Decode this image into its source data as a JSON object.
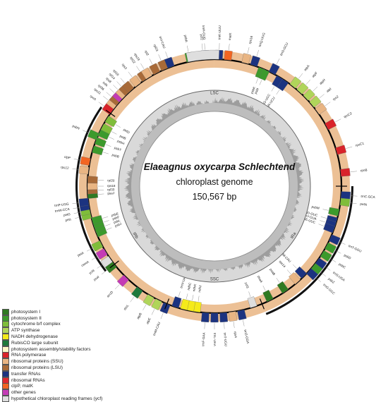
{
  "center": {
    "species": "Elaeagnus oxycarpa Schlechtend",
    "subtitle": "chloroplast genome",
    "length": "150,567 bp"
  },
  "regions": [
    "LSC",
    "IRb",
    "SSC",
    "IRa"
  ],
  "legend": [
    {
      "label": "photosystem I",
      "color": "#2f7a22"
    },
    {
      "label": "photosystem II",
      "color": "#3c9a2c"
    },
    {
      "label": "cytochrome b/f complex",
      "color": "#7fbd3a"
    },
    {
      "label": "ATP synthase",
      "color": "#b0d55a"
    },
    {
      "label": "NADH dehydrogenase",
      "color": "#f5ea1a"
    },
    {
      "label": "RubisCO large subunit",
      "color": "#1f7a3c"
    },
    {
      "label": "photosystem assembly/stability factors",
      "color": "#fff8c8"
    },
    {
      "label": "RNA polymerase",
      "color": "#d9232a"
    },
    {
      "label": "ribosomal proteins (SSU)",
      "color": "#e9b583"
    },
    {
      "label": "ribosomal proteins (LSU)",
      "color": "#a86a38"
    },
    {
      "label": "transfer RNAs",
      "color": "#1c3380"
    },
    {
      "label": "ribosomal RNAs",
      "color": "#e0292f"
    },
    {
      "label": "clpP, matK",
      "color": "#f26522"
    },
    {
      "label": "other genes",
      "color": "#c43bb5"
    },
    {
      "label": "hypothetical chloroplast reading frames (ycf)",
      "color": "#dedede"
    }
  ],
  "genes": [
    {
      "name": "psbA",
      "angle": 349,
      "color": "#3c9a2c",
      "out": true
    },
    {
      "name": "trnH-GUG",
      "angle": 356,
      "color": "#1c3380",
      "out": true
    },
    {
      "name": "trnK-UUU",
      "angle": 2,
      "color": "#1c3380",
      "out": true
    },
    {
      "name": "matK",
      "angle": 6,
      "color": "#f26522",
      "out": true
    },
    {
      "name": "rps16",
      "angle": 14,
      "color": "#e9b583",
      "out": true
    },
    {
      "name": "trnQ-UUG",
      "angle": 18,
      "color": "#1c3380",
      "out": true
    },
    {
      "name": "psbK",
      "angle": 22,
      "color": "#3c9a2c",
      "out": false
    },
    {
      "name": "psbI",
      "angle": 24,
      "color": "#3c9a2c",
      "out": false
    },
    {
      "name": "trnS-GCU",
      "angle": 27,
      "color": "#1c3380",
      "out": true
    },
    {
      "name": "trnG-UCC",
      "angle": 31,
      "color": "#1c3380",
      "out": false
    },
    {
      "name": "trnR-UCU",
      "angle": 34,
      "color": "#1c3380",
      "out": false
    },
    {
      "name": "atpA",
      "angle": 38,
      "color": "#b0d55a",
      "out": true
    },
    {
      "name": "atpF",
      "angle": 42,
      "color": "#b0d55a",
      "out": true
    },
    {
      "name": "atpH",
      "angle": 46,
      "color": "#b0d55a",
      "out": true
    },
    {
      "name": "atpI",
      "angle": 50,
      "color": "#b0d55a",
      "out": true
    },
    {
      "name": "rps2",
      "angle": 54,
      "color": "#e9b583",
      "out": true
    },
    {
      "name": "rpoC2",
      "angle": 62,
      "color": "#d9232a",
      "out": true
    },
    {
      "name": "rpoC1",
      "angle": 74,
      "color": "#d9232a",
      "out": true
    },
    {
      "name": "rpoB",
      "angle": 84,
      "color": "#d9232a",
      "out": true
    },
    {
      "name": "trnC-GCA",
      "angle": 94,
      "color": "#1c3380",
      "out": true
    },
    {
      "name": "petN",
      "angle": 97,
      "color": "#7fbd3a",
      "out": true
    },
    {
      "name": "psbM",
      "angle": 102,
      "color": "#3c9a2c",
      "out": false
    },
    {
      "name": "trnD-GUC",
      "angle": 106,
      "color": "#1c3380",
      "out": false
    },
    {
      "name": "trnY-GUA",
      "angle": 108,
      "color": "#1c3380",
      "out": false
    },
    {
      "name": "trnE-UUC",
      "angle": 110,
      "color": "#1c3380",
      "out": false
    },
    {
      "name": "trnT-GGU",
      "angle": 114,
      "color": "#1c3380",
      "out": true
    },
    {
      "name": "psbD",
      "angle": 118,
      "color": "#3c9a2c",
      "out": true
    },
    {
      "name": "psbC",
      "angle": 122,
      "color": "#3c9a2c",
      "out": true
    },
    {
      "name": "trnS-UGA",
      "angle": 126,
      "color": "#1c3380",
      "out": true
    },
    {
      "name": "psbZ",
      "angle": 129,
      "color": "#3c9a2c",
      "out": true
    },
    {
      "name": "trnG-GCC",
      "angle": 132,
      "color": "#1c3380",
      "out": true
    },
    {
      "name": "trnfM-CAU",
      "angle": 135,
      "color": "#1c3380",
      "out": false
    },
    {
      "name": "rps14",
      "angle": 139,
      "color": "#e9b583",
      "out": false
    },
    {
      "name": "psaB",
      "angle": 146,
      "color": "#2f7a22",
      "out": false
    },
    {
      "name": "psaA",
      "angle": 154,
      "color": "#2f7a22",
      "out": false
    },
    {
      "name": "ycf3",
      "angle": 162,
      "color": "#dedede",
      "out": false
    },
    {
      "name": "trnS-GGA",
      "angle": 168,
      "color": "#1c3380",
      "out": true
    },
    {
      "name": "rps4",
      "angle": 172,
      "color": "#e9b583",
      "out": true
    },
    {
      "name": "trnT-UGU",
      "angle": 176,
      "color": "#1c3380",
      "out": true
    },
    {
      "name": "trnL-UAA",
      "angle": 180,
      "color": "#1c3380",
      "out": true
    },
    {
      "name": "trnF-GAA",
      "angle": 184,
      "color": "#1c3380",
      "out": true
    },
    {
      "name": "ndhJ",
      "angle": 188,
      "color": "#f5ea1a",
      "out": false
    },
    {
      "name": "ndhK",
      "angle": 191,
      "color": "#f5ea1a",
      "out": false
    },
    {
      "name": "ndhC",
      "angle": 194,
      "color": "#f5ea1a",
      "out": false
    },
    {
      "name": "trnV-UAC",
      "angle": 198,
      "color": "#1c3380",
      "out": false
    },
    {
      "name": "trnM-CAU",
      "angle": 202,
      "color": "#1c3380",
      "out": true
    },
    {
      "name": "atpE",
      "angle": 206,
      "color": "#b0d55a",
      "out": true
    },
    {
      "name": "atpB",
      "angle": 210,
      "color": "#b0d55a",
      "out": true
    },
    {
      "name": "rbcL",
      "angle": 216,
      "color": "#1f7a3c",
      "out": true
    },
    {
      "name": "accD",
      "angle": 224,
      "color": "#c43bb5",
      "out": true
    },
    {
      "name": "psaI",
      "angle": 232,
      "color": "#2f7a22",
      "out": true
    },
    {
      "name": "ycf4",
      "angle": 235,
      "color": "#dedede",
      "out": true
    },
    {
      "name": "cemA",
      "angle": 239,
      "color": "#c43bb5",
      "out": true
    },
    {
      "name": "petA",
      "angle": 243,
      "color": "#7fbd3a",
      "out": true
    },
    {
      "name": "psbJ",
      "angle": 248,
      "color": "#3c9a2c",
      "out": false
    },
    {
      "name": "psbL",
      "angle": 250,
      "color": "#3c9a2c",
      "out": false
    },
    {
      "name": "psbF",
      "angle": 252,
      "color": "#3c9a2c",
      "out": false
    },
    {
      "name": "psbE",
      "angle": 254,
      "color": "#3c9a2c",
      "out": false
    },
    {
      "name": "petL",
      "angle": 257,
      "color": "#7fbd3a",
      "out": true
    },
    {
      "name": "petG",
      "angle": 259,
      "color": "#7fbd3a",
      "out": true
    },
    {
      "name": "trnW-CCA",
      "angle": 261,
      "color": "#1c3380",
      "out": true
    },
    {
      "name": "trnP-UGG",
      "angle": 263,
      "color": "#1c3380",
      "out": true
    },
    {
      "name": "psaJ",
      "angle": 266,
      "color": "#2f7a22",
      "out": false
    },
    {
      "name": "rpl33",
      "angle": 268,
      "color": "#a86a38",
      "out": false
    },
    {
      "name": "rps18",
      "angle": 270,
      "color": "#e9b583",
      "out": false
    },
    {
      "name": "rpl20",
      "angle": 273,
      "color": "#a86a38",
      "out": false
    },
    {
      "name": "rps12",
      "angle": 277,
      "color": "#e9b583",
      "out": true
    },
    {
      "name": "clpP",
      "angle": 281,
      "color": "#f26522",
      "out": true
    },
    {
      "name": "psbB",
      "angle": 287,
      "color": "#3c9a2c",
      "out": false
    },
    {
      "name": "psbT",
      "angle": 291,
      "color": "#3c9a2c",
      "out": false
    },
    {
      "name": "psbN",
      "angle": 293,
      "color": "#3c9a2c",
      "out": true
    },
    {
      "name": "psbH",
      "angle": 295,
      "color": "#3c9a2c",
      "out": false
    },
    {
      "name": "petB",
      "angle": 298,
      "color": "#7fbd3a",
      "out": false
    },
    {
      "name": "petD",
      "angle": 302,
      "color": "#7fbd3a",
      "out": false
    },
    {
      "name": "rpoA",
      "angle": 306,
      "color": "#d9232a",
      "out": true
    },
    {
      "name": "rps11",
      "angle": 309,
      "color": "#e9b583",
      "out": true
    },
    {
      "name": "rpl36",
      "angle": 311,
      "color": "#a86a38",
      "out": true
    },
    {
      "name": "infA",
      "angle": 313,
      "color": "#c43bb5",
      "out": true
    },
    {
      "name": "rps8",
      "angle": 315,
      "color": "#e9b583",
      "out": true
    },
    {
      "name": "rpl14",
      "angle": 317,
      "color": "#a86a38",
      "out": true
    },
    {
      "name": "rpl16",
      "angle": 319,
      "color": "#a86a38",
      "out": true
    },
    {
      "name": "rps3",
      "angle": 323,
      "color": "#e9b583",
      "out": true
    },
    {
      "name": "rpl22",
      "angle": 327,
      "color": "#a86a38",
      "out": true
    },
    {
      "name": "rps19",
      "angle": 329,
      "color": "#e9b583",
      "out": true
    },
    {
      "name": "rpl2",
      "angle": 333,
      "color": "#a86a38",
      "out": true
    },
    {
      "name": "rpl23",
      "angle": 337,
      "color": "#a86a38",
      "out": true
    },
    {
      "name": "trnI-CAU",
      "angle": 340,
      "color": "#1c3380",
      "out": true
    },
    {
      "name": "ycf2",
      "angle": 355,
      "color": "#dedede",
      "out": true,
      "ring": "b"
    }
  ]
}
